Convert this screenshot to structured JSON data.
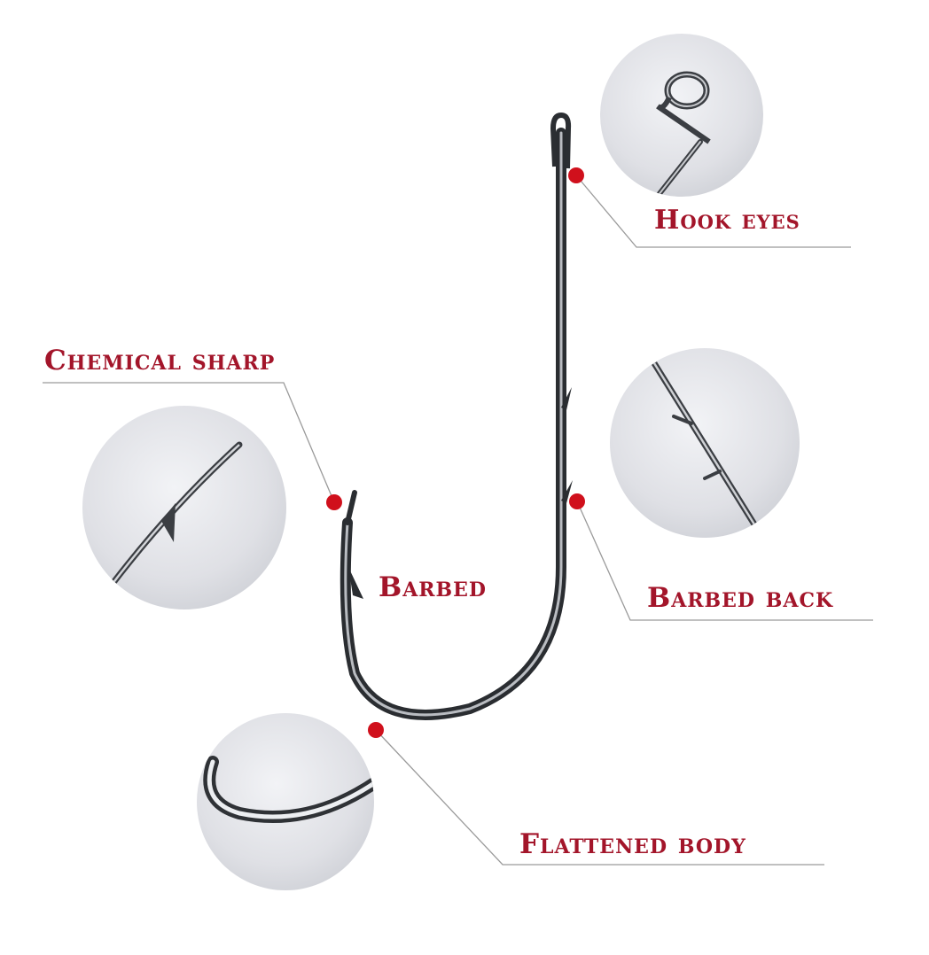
{
  "labels": {
    "hook_eyes": "Hook eyes",
    "chemical_sharp": "Chemical sharp",
    "barbed": "Barbed",
    "barbed_back": "Barbed back",
    "flattened_body": "Flattened body"
  },
  "colors": {
    "accent": "#a3152a",
    "dot": "#d0101c",
    "leader_line": "#9a9a9a",
    "hook_metal": "#3a3d42",
    "circle_bg": "#e3e4e8"
  },
  "icons": {
    "hook": "fishing-hook-illustration",
    "detail_views": "magnified-detail-circle"
  }
}
